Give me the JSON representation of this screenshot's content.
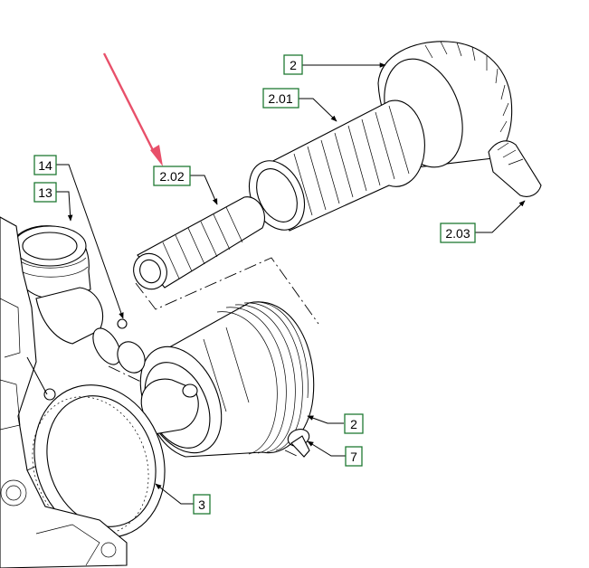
{
  "diagram": {
    "labels": {
      "l2_top": "2",
      "l201": "2.01",
      "l202": "2.02",
      "l203": "2.03",
      "l14": "14",
      "l13": "13",
      "l2_mid": "2",
      "l7": "7",
      "l3": "3"
    },
    "colors": {
      "label_border": "#1f7a33",
      "highlight_arrow": "#e8506a",
      "line": "#000000"
    }
  }
}
